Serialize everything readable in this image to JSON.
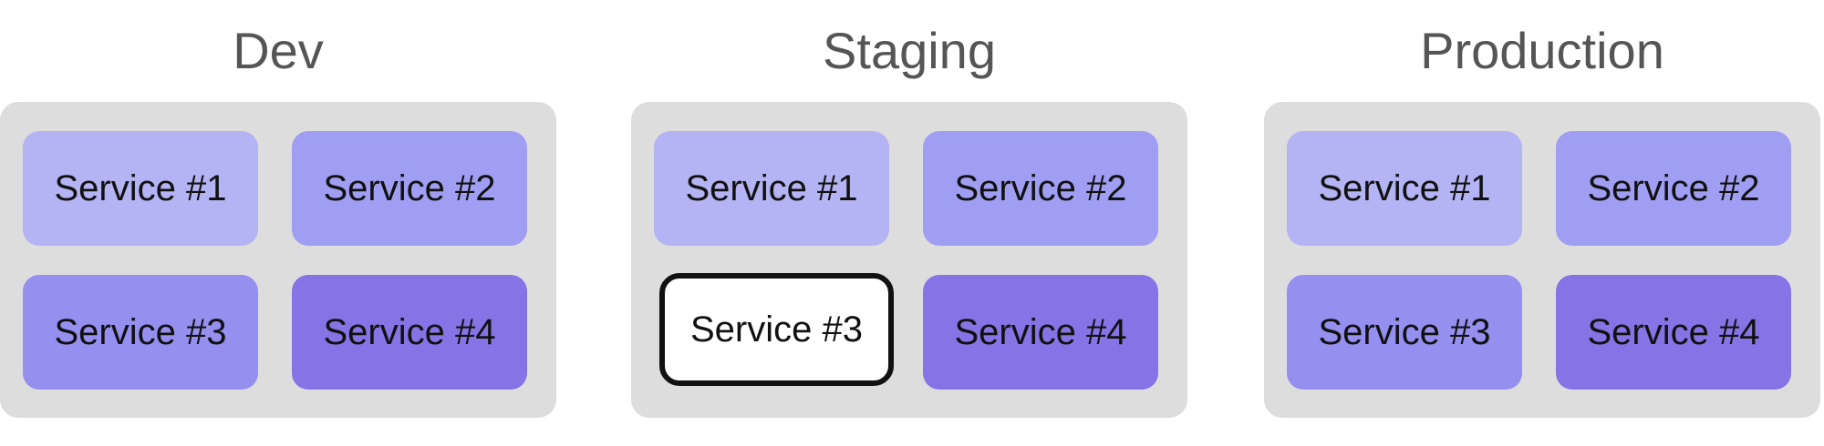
{
  "environments": [
    {
      "title": "Dev",
      "services": [
        {
          "label": "Service #1",
          "color": "#b4b3f3"
        },
        {
          "label": "Service #2",
          "color": "#a09ef2"
        },
        {
          "label": "Service #3",
          "color": "#958ff0"
        },
        {
          "label": "Service #4",
          "color": "#8673e5"
        }
      ]
    },
    {
      "title": "Staging",
      "services": [
        {
          "label": "Service #1",
          "color": "#b4b3f3"
        },
        {
          "label": "Service #2",
          "color": "#a09ef2"
        },
        {
          "label": "Service #3",
          "color": "#ffffff",
          "highlighted": true
        },
        {
          "label": "Service #4",
          "color": "#8673e5"
        }
      ]
    },
    {
      "title": "Production",
      "services": [
        {
          "label": "Service #1",
          "color": "#b4b3f3"
        },
        {
          "label": "Service #2",
          "color": "#a09ef2"
        },
        {
          "label": "Service #3",
          "color": "#958ff0"
        },
        {
          "label": "Service #4",
          "color": "#8673e5"
        }
      ]
    }
  ],
  "colors": {
    "environment_background": "#dddddd",
    "title_text": "#555555",
    "service_text": "#111111",
    "highlight_border": "#111111"
  }
}
